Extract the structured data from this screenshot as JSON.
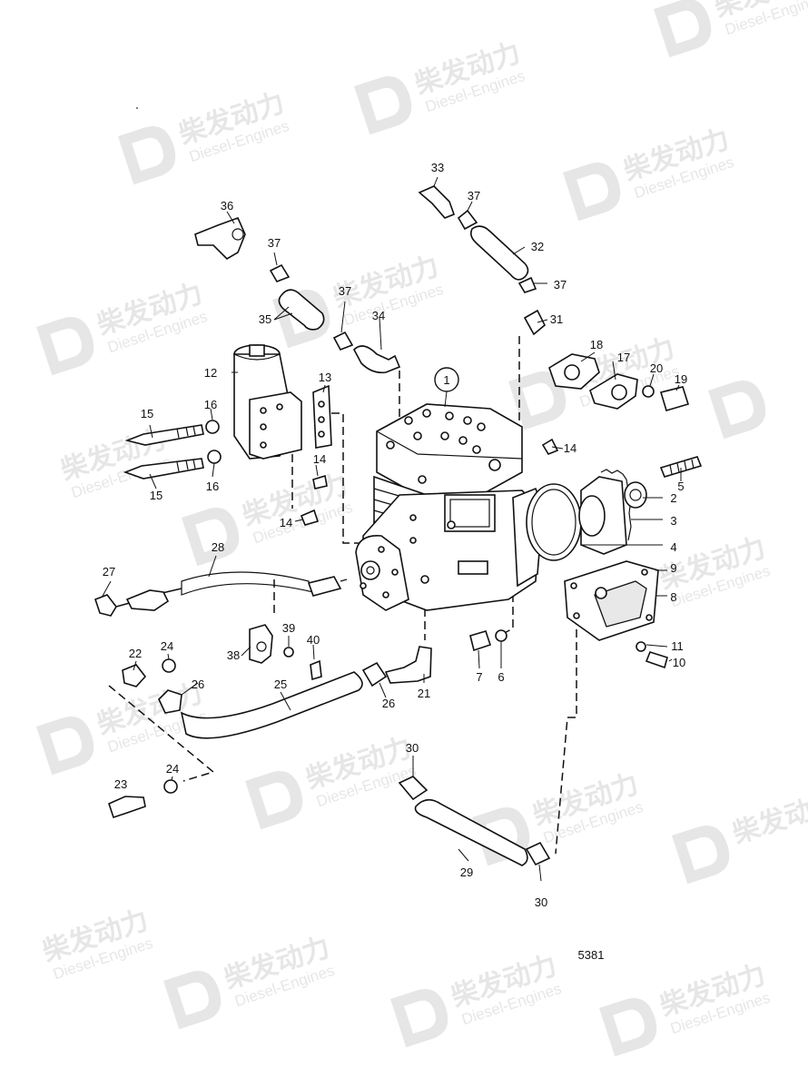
{
  "diagram": {
    "drawing_number": "5381",
    "callouts": {
      "p1": "1",
      "p2": "2",
      "p3": "3",
      "p4": "4",
      "p5": "5",
      "p6": "6",
      "p7": "7",
      "p8": "8",
      "p9": "9",
      "p10": "10",
      "p11": "11",
      "p12": "12",
      "p13": "13",
      "p14": "14",
      "p15": "15",
      "p16": "16",
      "p17": "17",
      "p18": "18",
      "p19": "19",
      "p20": "20",
      "p21": "21",
      "p22": "22",
      "p23": "23",
      "p24": "24",
      "p25": "25",
      "p26": "26",
      "p27": "27",
      "p28": "28",
      "p29": "29",
      "p30": "30",
      "p31": "31",
      "p32": "32",
      "p33": "33",
      "p34": "34",
      "p35": "35",
      "p36": "36",
      "p37": "37",
      "p38": "38",
      "p39": "39",
      "p40": "40"
    }
  },
  "watermark": {
    "brand_cn": "柴发动力",
    "brand_en": "Diesel-Engines"
  }
}
